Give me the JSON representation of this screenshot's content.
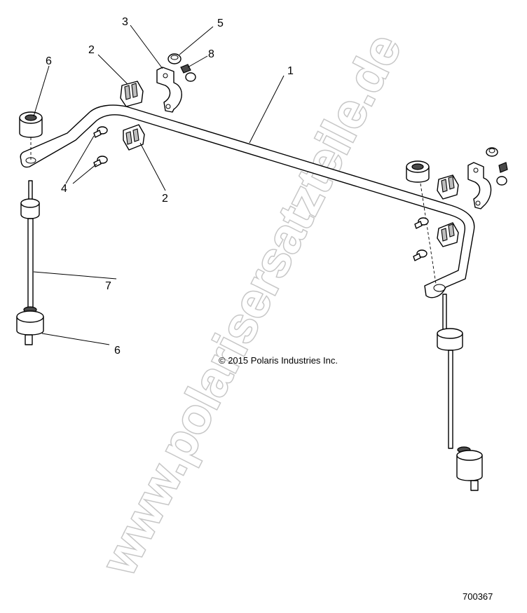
{
  "watermark": "www.polarisersatzteile.de",
  "callouts": {
    "c1": "1",
    "c2": "2",
    "c3": "3",
    "c4": "4",
    "c5": "5",
    "c6": "6",
    "c7": "7",
    "c8": "8"
  },
  "copyright": "© 2015 Polaris Industries Inc.",
  "figure_id": "700367"
}
